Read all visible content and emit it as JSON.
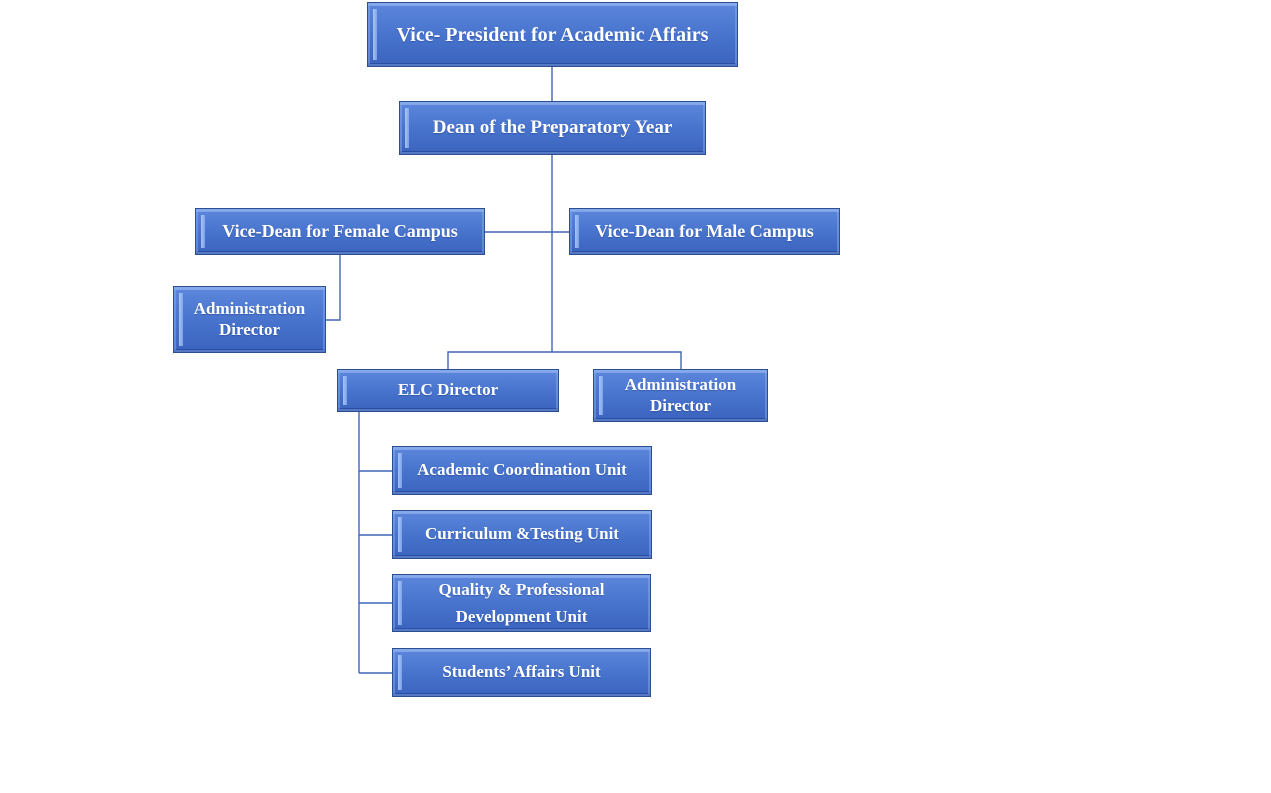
{
  "colors": {
    "box_fill": "#4a76cf",
    "box_border": "#2b4e8f",
    "connector": "#3f66b4",
    "text": "#ffffff"
  },
  "nodes": {
    "vp": "Vice- President for Academic Affairs",
    "dean": "Dean of the Preparatory Year",
    "vice_female": "Vice-Dean for Female Campus",
    "vice_male": "Vice-Dean for Male Campus",
    "admin_female": "Administration Director",
    "elc": "ELC Director",
    "admin_main": "Administration Director",
    "academic_coord": "Academic Coordination Unit",
    "curriculum": "Curriculum &Testing Unit",
    "quality": "Quality & Professional Development Unit",
    "students": "Students’ Affairs Unit"
  }
}
